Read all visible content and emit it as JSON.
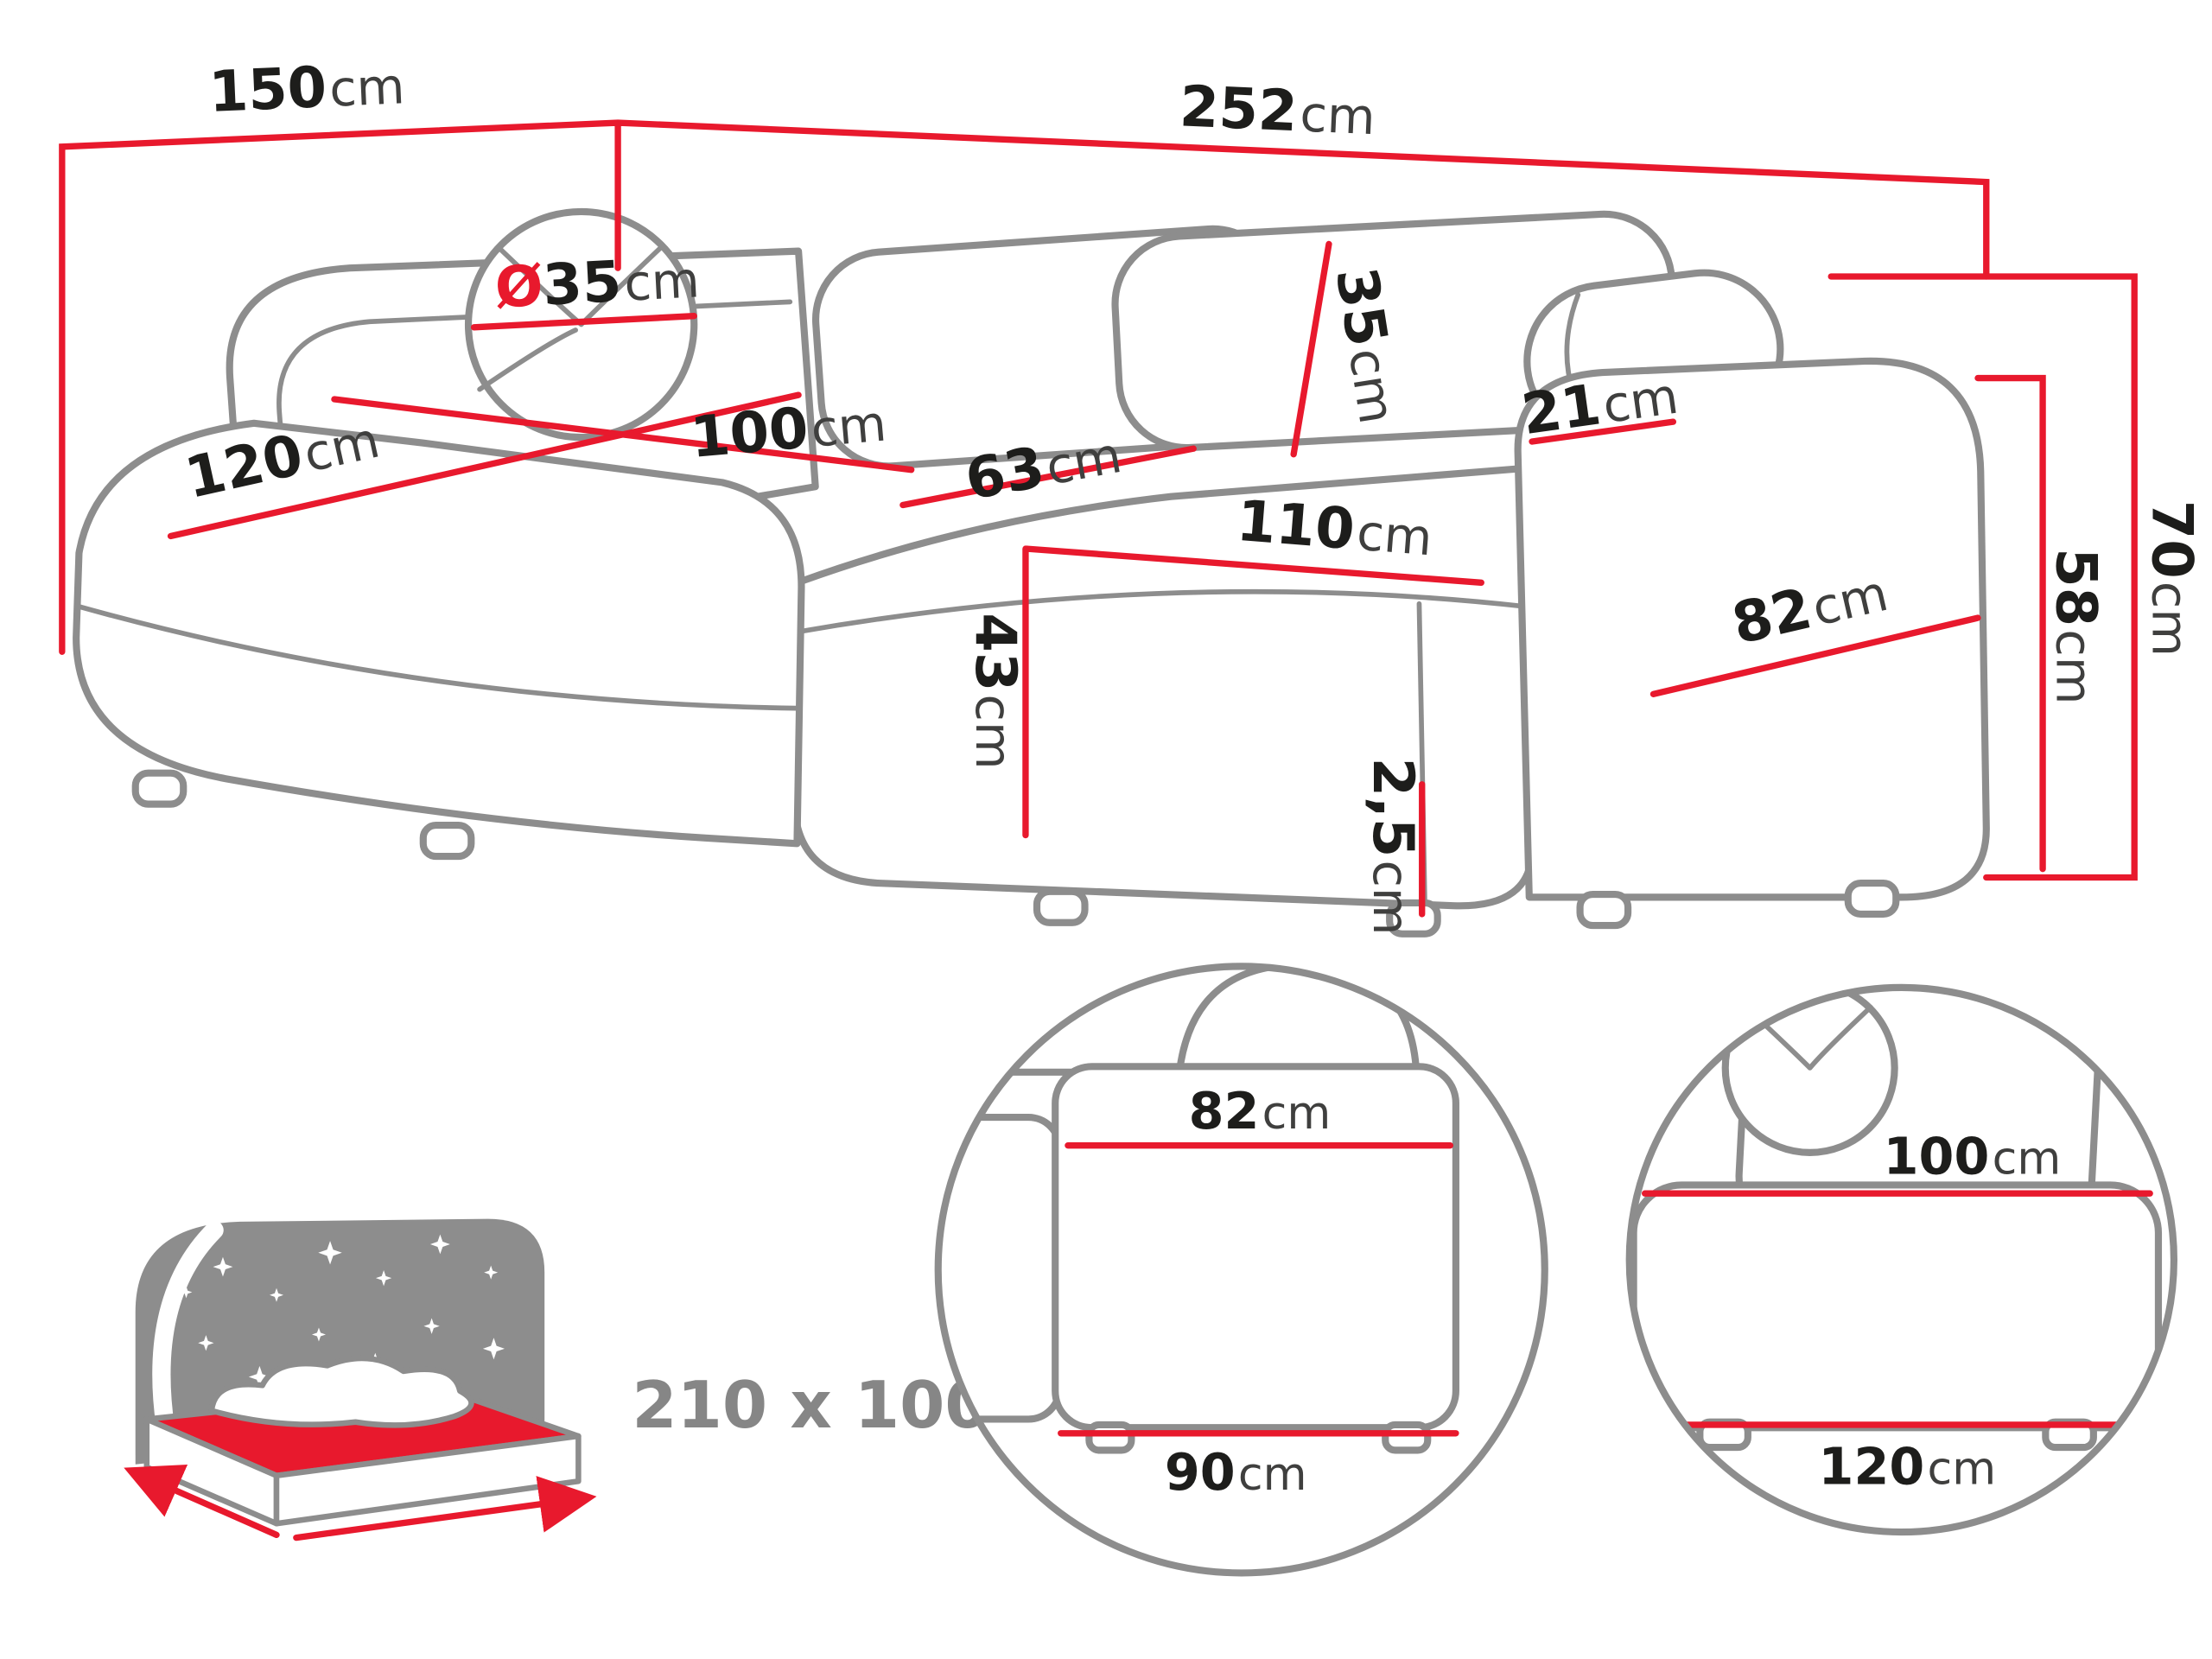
{
  "diagram": {
    "colors": {
      "dimension_red": "#e8192d",
      "outline_grey": "#8d8d8d",
      "text_dark": "#1d1d1b",
      "label_grey": "#868686"
    },
    "main_view": {
      "overall_depth": {
        "value": "150",
        "unit": "cm"
      },
      "overall_width": {
        "value": "252",
        "unit": "cm"
      },
      "round_cushion_diameter": {
        "prefix": "Ø",
        "value": "35",
        "unit": "cm"
      },
      "back_cushion_height": {
        "value": "35",
        "unit": "cm"
      },
      "chaise_width": {
        "value": "120",
        "unit": "cm"
      },
      "chaise_depth": {
        "value": "100",
        "unit": "cm"
      },
      "seat_depth": {
        "value": "63",
        "unit": "cm"
      },
      "seat_width": {
        "value": "110",
        "unit": "cm"
      },
      "armrest_width": {
        "value": "21",
        "unit": "cm"
      },
      "armrest_length": {
        "value": "82",
        "unit": "cm"
      },
      "seat_height": {
        "value": "43",
        "unit": "cm"
      },
      "leg_height": {
        "value": "2,5",
        "unit": "cm"
      },
      "total_height": {
        "value": "70",
        "unit": "cm"
      },
      "armrest_height": {
        "value": "58",
        "unit": "cm"
      }
    },
    "sleeping_function": {
      "size_label": "210 x 100"
    },
    "armrest_detail": {
      "width_top": {
        "value": "82",
        "unit": "cm"
      },
      "width_bottom": {
        "value": "90",
        "unit": "cm"
      }
    },
    "chaise_detail": {
      "width_top": {
        "value": "100",
        "unit": "cm"
      },
      "width_bottom": {
        "value": "120",
        "unit": "cm"
      }
    }
  }
}
